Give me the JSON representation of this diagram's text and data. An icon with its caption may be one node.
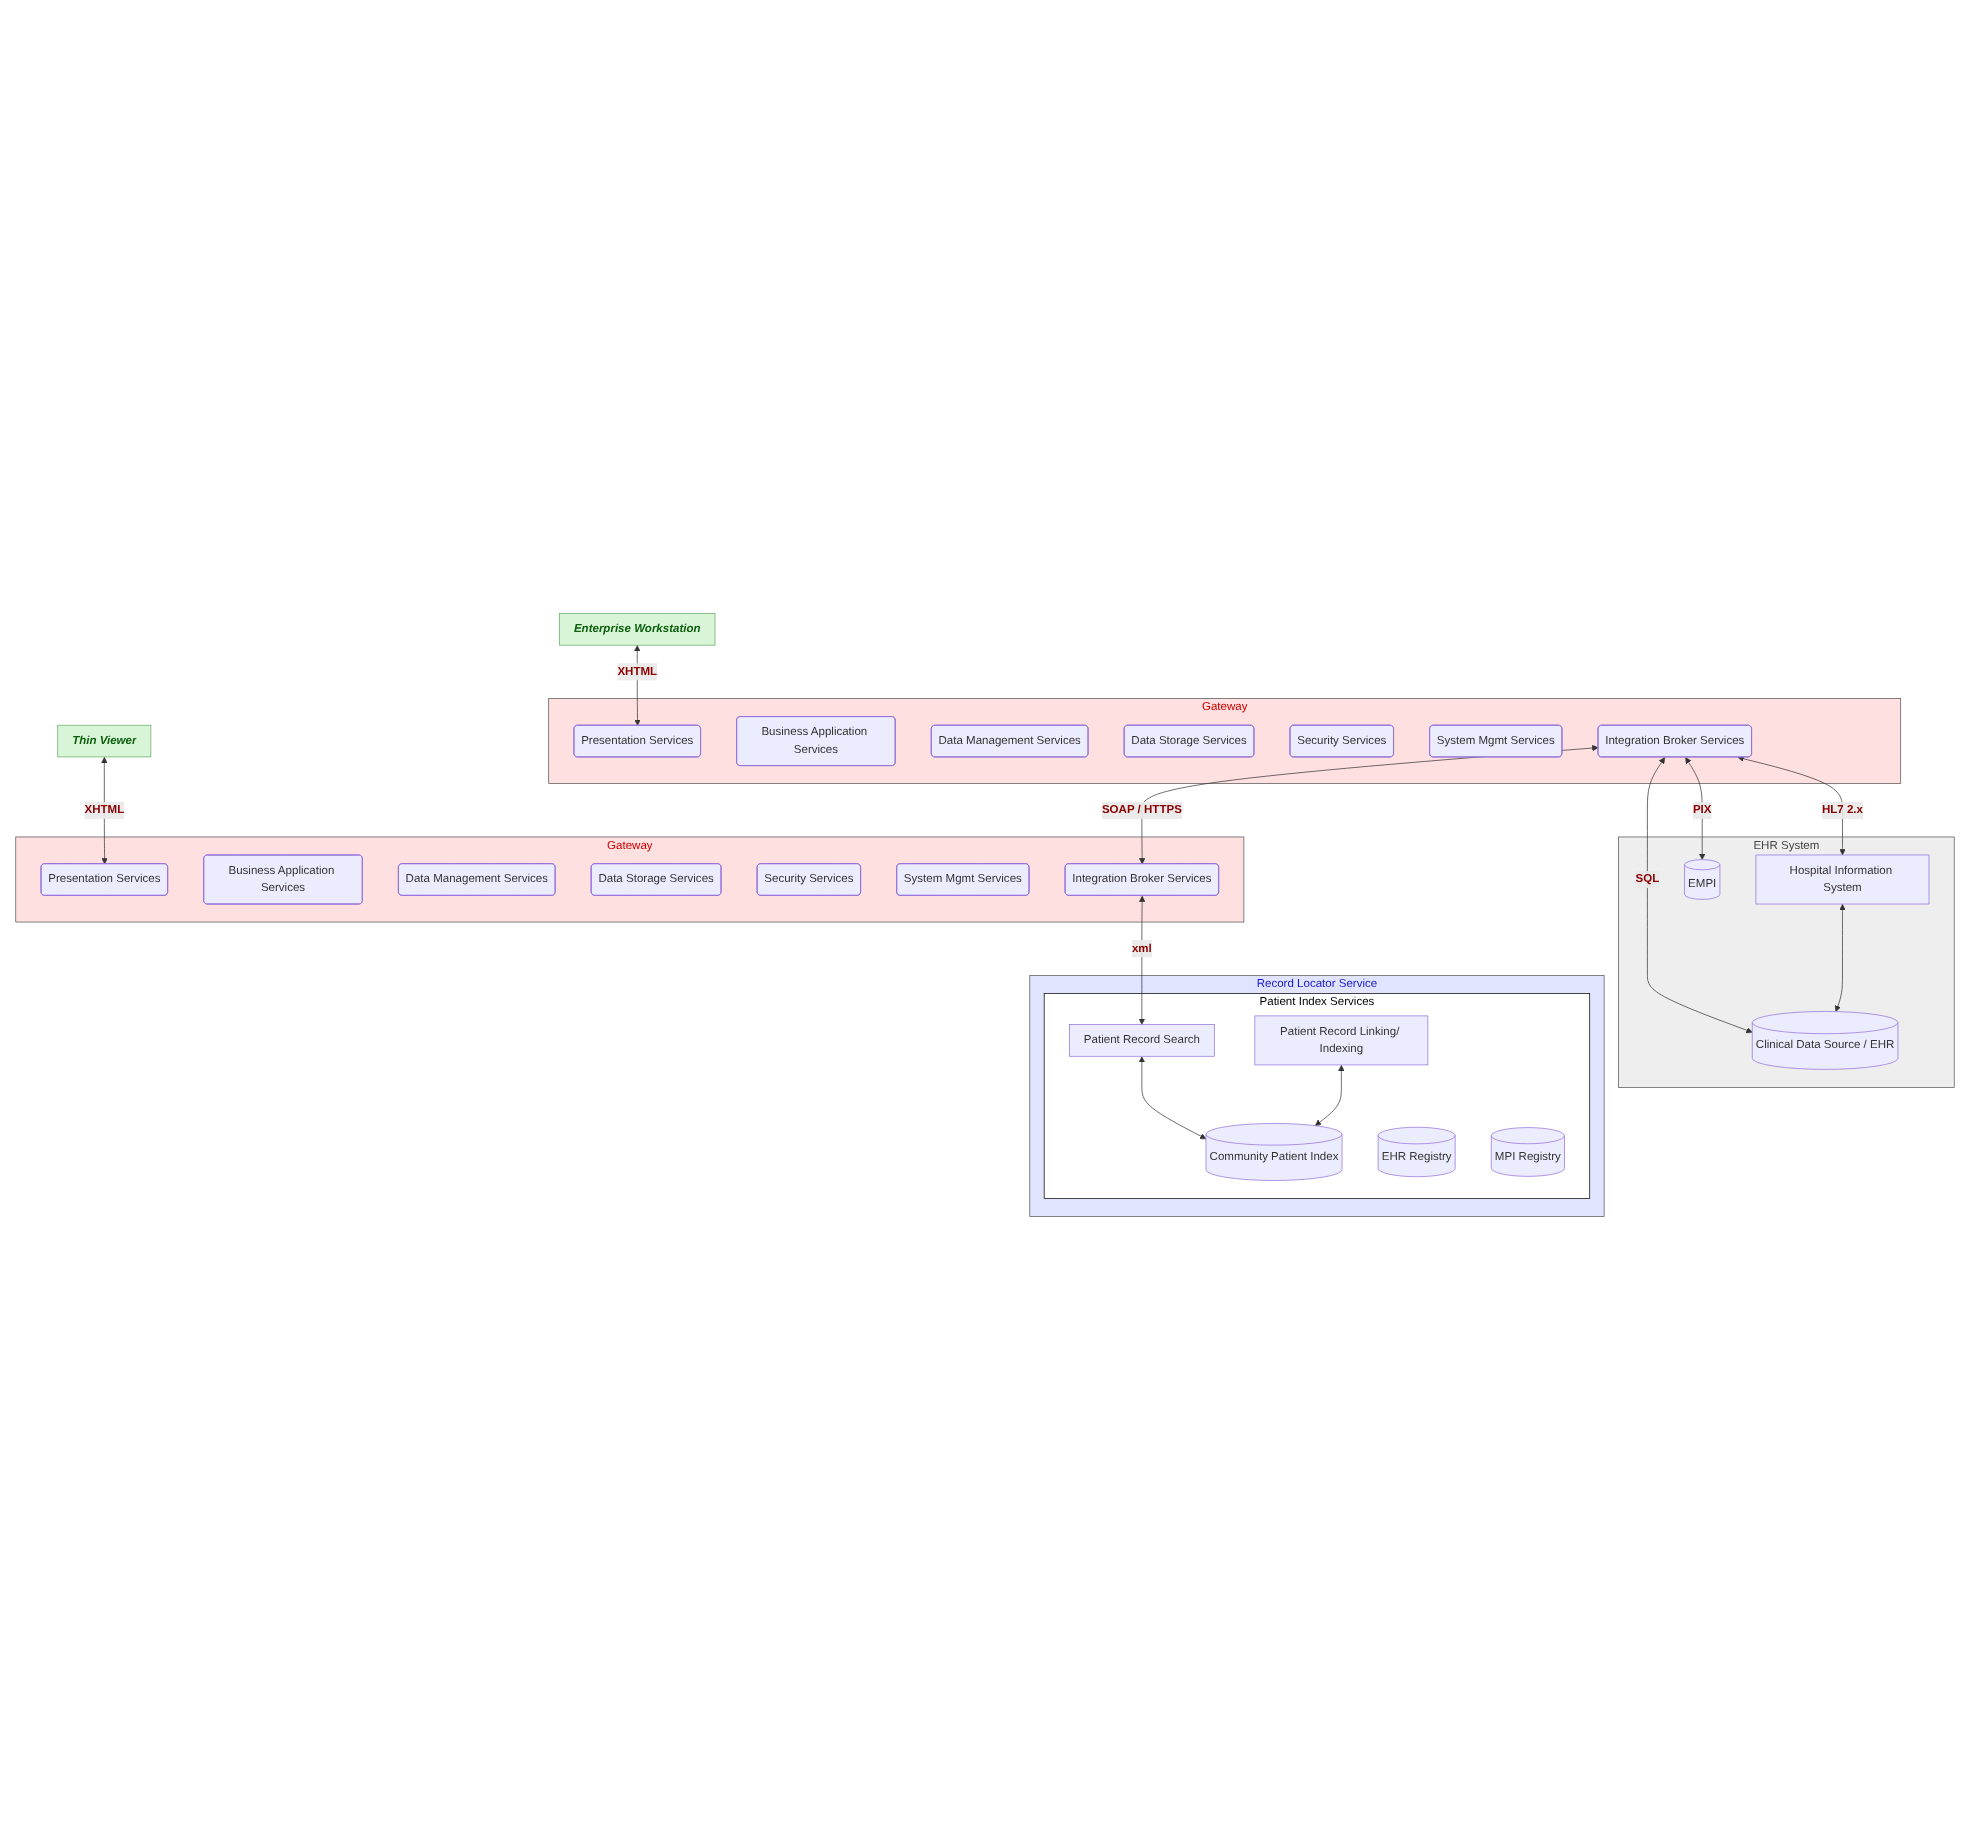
{
  "diagram": {
    "nodes": [
      {
        "text": [
          "Enterprise Workstation"
        ]
      },
      {
        "text": [
          "Thin Viewer"
        ]
      },
      {
        "text": [
          "Gateway"
        ]
      },
      {
        "text": [
          "Presentation Services"
        ],
        "in": 2
      },
      {
        "text": [
          "Business Application Services"
        ],
        "in": 2
      },
      {
        "text": [
          "Data Management Services"
        ],
        "in": 2
      },
      {
        "text": [
          "Data Storage Services"
        ],
        "in": 2
      },
      {
        "text": [
          "Security Services"
        ],
        "in": 2
      },
      {
        "text": [
          "System Mgmt Services"
        ],
        "in": 2
      },
      {
        "text": [
          "Integration Broker Services"
        ],
        "in": 2
      },
      {
        "text": [
          "EHR System"
        ]
      },
      {
        "text": [
          "Hospital Information System"
        ],
        "in": 10
      },
      {
        "text": [
          "Clinical Data Source / EHR"
        ],
        "in": 10
      },
      {
        "text": [
          "EMPI"
        ],
        "in": 10
      },
      {
        "text": [
          "Gateway"
        ]
      },
      {
        "text": [
          "Presentation Services"
        ],
        "in": 14
      },
      {
        "text": [
          "Business Application Services"
        ],
        "in": 14
      },
      {
        "text": [
          "Data Management Services"
        ],
        "in": 14
      },
      {
        "text": [
          "Data Storage Services"
        ],
        "in": 14
      },
      {
        "text": [
          "Security Services"
        ],
        "in": 14
      },
      {
        "text": [
          "System Mgmt Services"
        ],
        "in": 14
      },
      {
        "text": [
          "Integration Broker Services"
        ],
        "in": 14
      },
      {
        "text": [
          "Record Locator Service"
        ]
      },
      {
        "text": [
          "Patient Index Services"
        ],
        "in": 22
      },
      {
        "text": [
          "Patient Record Search"
        ],
        "in": 23
      },
      {
        "text": [
          "Patient Record Linking/ Indexing"
        ],
        "in": 23
      },
      {
        "text": [
          "Community Patient Index"
        ],
        "in": 23
      },
      {
        "text": [
          "EHR Registry"
        ],
        "in": 23
      },
      {
        "text": [
          "MPI Registry"
        ],
        "in": 23
      }
    ],
    "edges": [
      {
        "from": 0,
        "to": 3,
        "arrow": "both",
        "label": "XHTML"
      },
      {
        "from": 1,
        "to": 15,
        "arrow": "both",
        "label": "XHTML"
      },
      {
        "from": 9,
        "to": 21,
        "arrow": "both",
        "label": "SOAP / HTTPS"
      },
      {
        "from": 9,
        "to": 11,
        "arrow": "both",
        "label": "HL7 2.x"
      },
      {
        "from": 9,
        "to": 12,
        "arrow": "both",
        "label": "SQL"
      },
      {
        "from": 9,
        "to": 13,
        "arrow": "both",
        "label": "PIX"
      },
      {
        "from": 21,
        "to": 24,
        "arrow": "both",
        "label": "xml"
      },
      {
        "from": 11,
        "to": 12,
        "arrow": "both"
      },
      {
        "from": 24,
        "to": 26,
        "arrow": "both"
      },
      {
        "from": 25,
        "to": 26,
        "arrow": "both"
      }
    ]
  }
}
